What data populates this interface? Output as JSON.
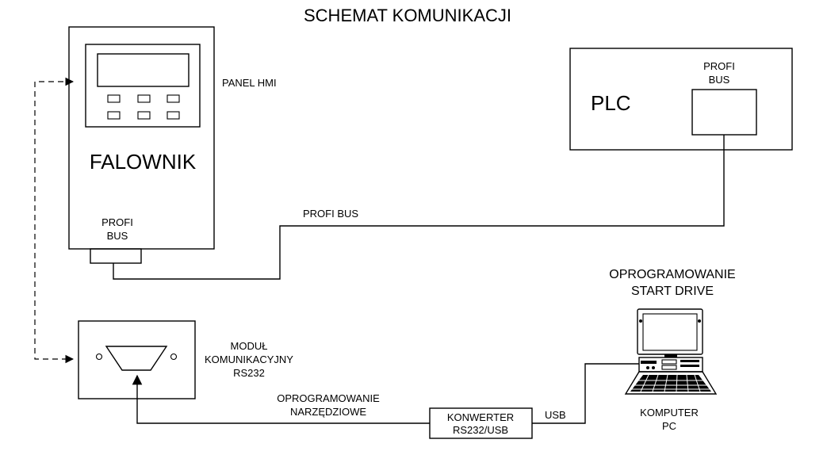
{
  "title": "SCHEMAT KOMUNIKACJI",
  "falownik": {
    "label": "FALOWNIK",
    "port_line1": "PROFI",
    "port_line2": "BUS"
  },
  "panel_hmi": {
    "label": "PANEL HMI"
  },
  "plc": {
    "label": "PLC",
    "port_line1": "PROFI",
    "port_line2": "BUS"
  },
  "profibus_link": {
    "label": "PROFI BUS"
  },
  "modul": {
    "line1": "MODUŁ",
    "line2": "KOMUNIKACYJNY",
    "line3": "RS232"
  },
  "oprogramowanie_narz": {
    "line1": "OPROGRAMOWANIE",
    "line2": "NARZĘDZIOWE"
  },
  "konwerter": {
    "line1": "KONWERTER",
    "line2": "RS232/USB"
  },
  "usb_link": {
    "label": "USB"
  },
  "start_drive": {
    "line1": "OPROGRAMOWANIE",
    "line2": "START DRIVE"
  },
  "komputer": {
    "line1": "KOMPUTER",
    "line2": "PC"
  }
}
